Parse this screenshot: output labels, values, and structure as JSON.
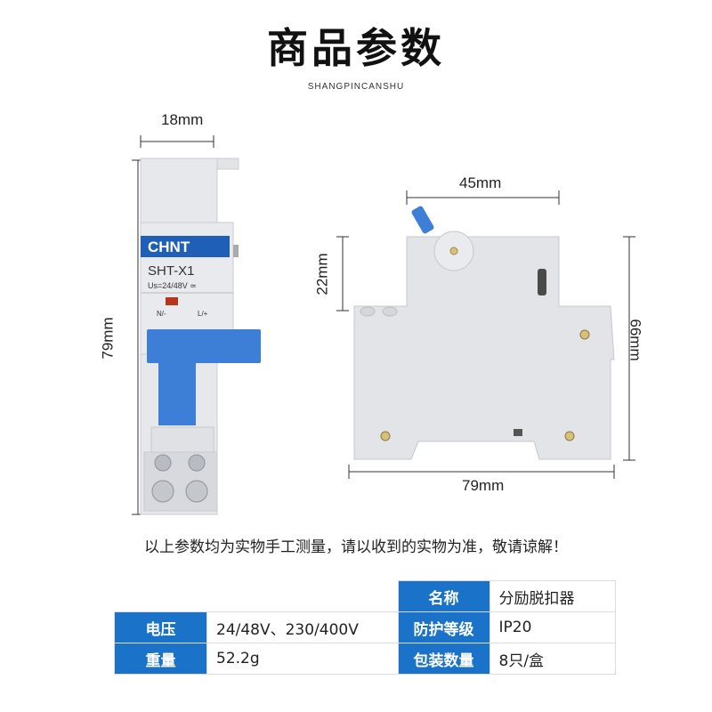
{
  "header": {
    "title": "商品参数",
    "subtitle": "SHANGPINCANSHU"
  },
  "product": {
    "brand": "CHNT",
    "model": "SHT-X1",
    "voltage_label": "Us=24/48V ≃",
    "terminal_left": "N/-",
    "terminal_right": "L/+"
  },
  "dimensions": {
    "front_width": "18mm",
    "front_height": "79mm",
    "side_top_width": "45mm",
    "side_step": "22mm",
    "side_height": "66mm",
    "side_width": "79mm"
  },
  "note": "以上参数均为实物手工测量，请以收到的实物为准，敬请谅解！",
  "specs": {
    "name_label": "名称",
    "name_value": "分励脱扣器",
    "voltage_label": "电压",
    "voltage_value": "24/48V、230/400V",
    "protection_label": "防护等级",
    "protection_value": "IP20",
    "weight_label": "重量",
    "weight_value": "52.2g",
    "package_label": "包装数量",
    "package_value": "8只/盒"
  },
  "colors": {
    "accent": "#1a73c8",
    "device_body": "#e4e6ea",
    "handle": "#3d7fd6"
  }
}
